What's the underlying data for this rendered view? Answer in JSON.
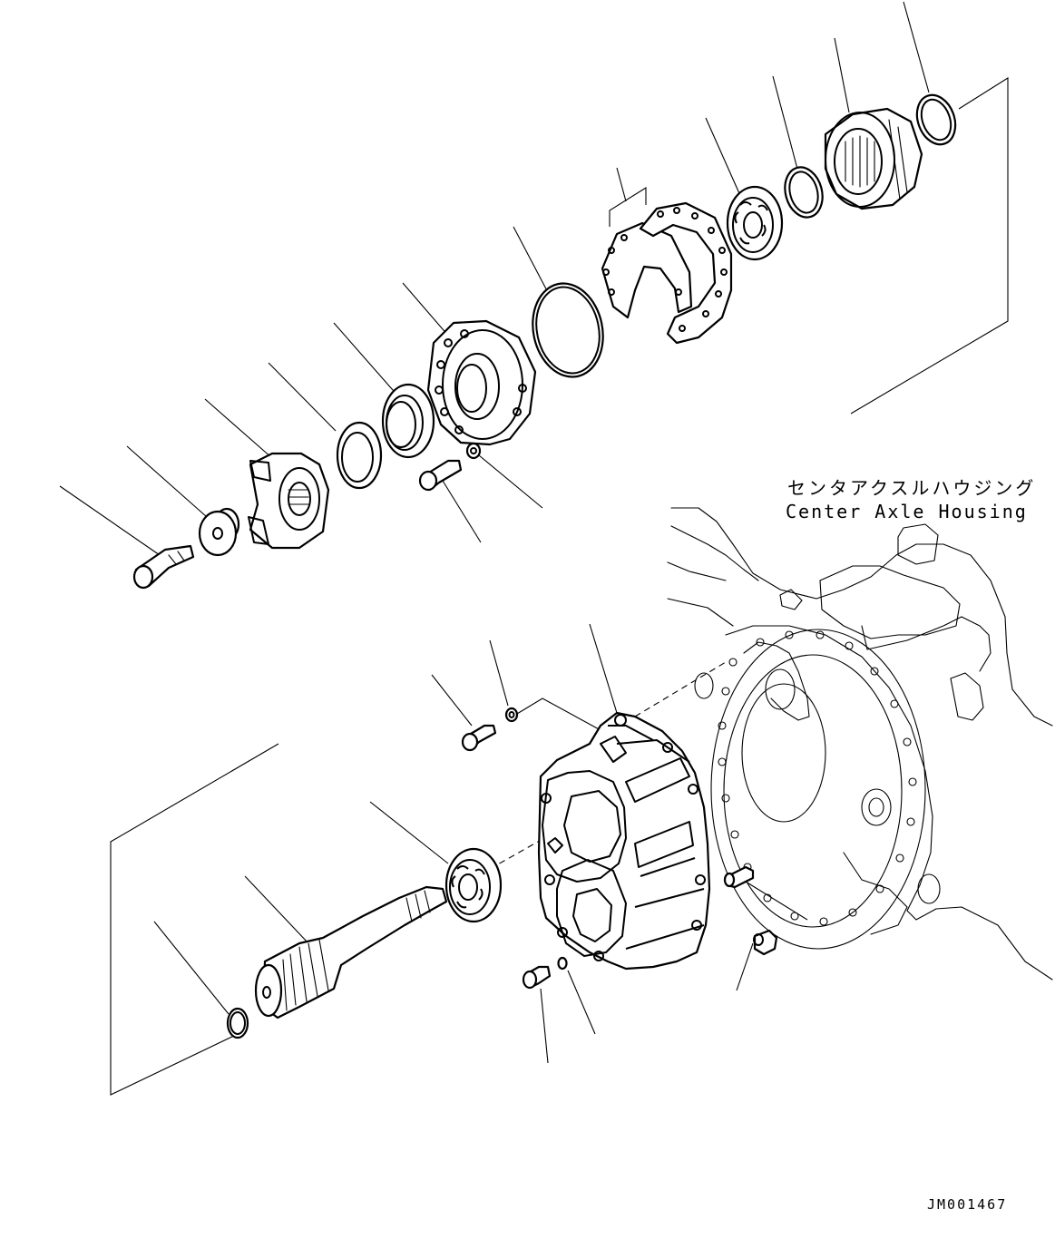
{
  "labels": {
    "housing_jp": "センタアクスルハウジング",
    "housing_en": "Center Axle Housing",
    "drawing_number": "JM001467"
  }
}
